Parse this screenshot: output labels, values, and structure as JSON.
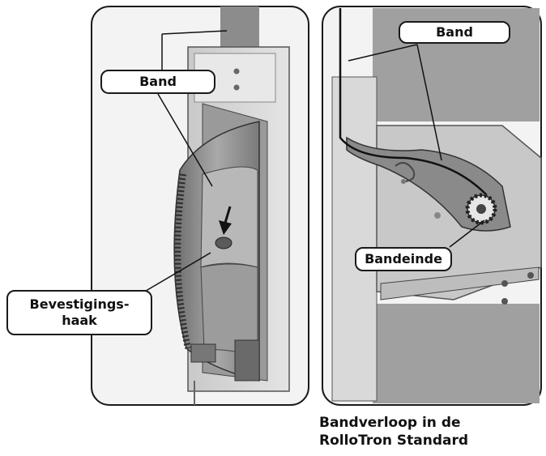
{
  "labels": {
    "left_band": "Band",
    "hook_line1": "Bevestigings-",
    "hook_line2": "haak",
    "right_band": "Band",
    "band_end": "Bandeinde"
  },
  "caption": {
    "line1": "Bandverloop in de",
    "line2": "RolloTron Standard"
  },
  "icons": {
    "arrow": "down-arrow-icon",
    "gear": "gear-icon"
  }
}
